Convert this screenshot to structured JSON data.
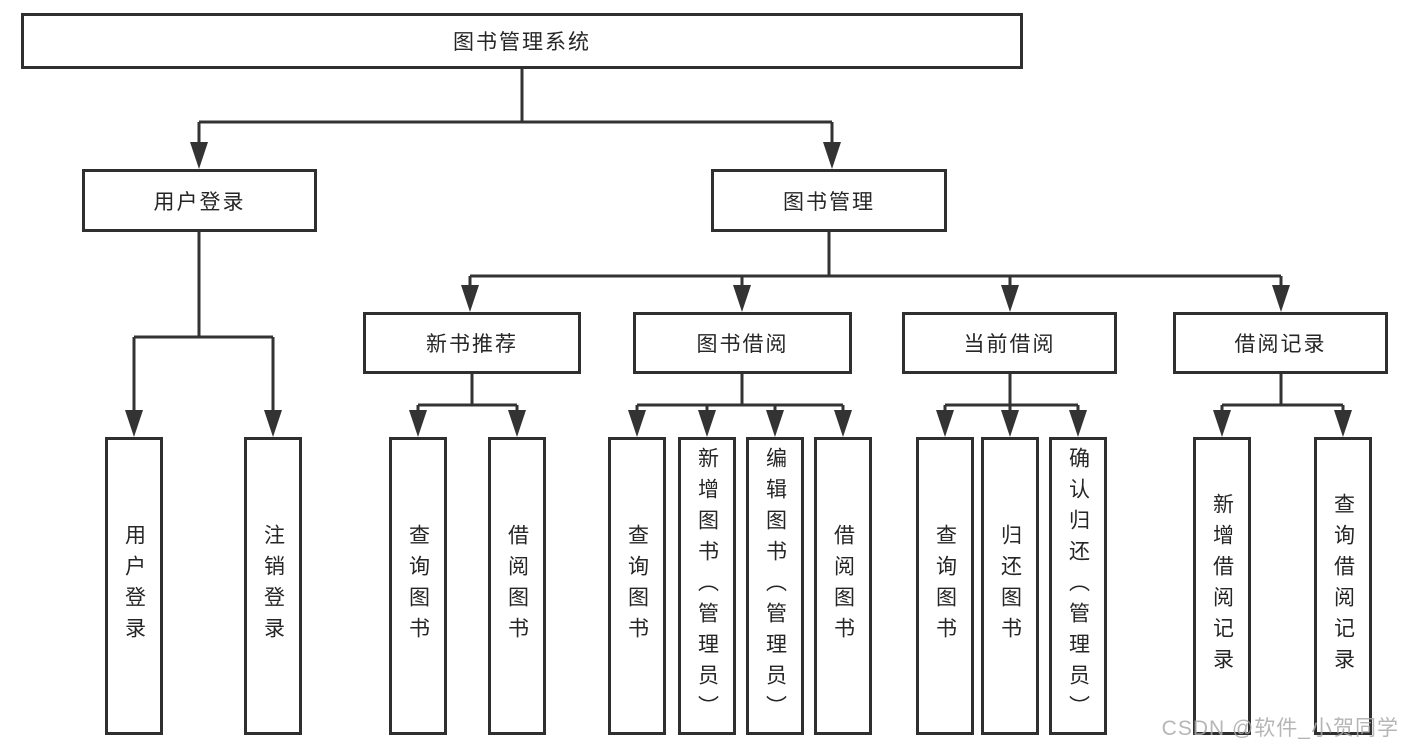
{
  "root": {
    "label": "图书管理系统"
  },
  "branches": [
    {
      "label": "用户登录",
      "children": [
        {
          "label": "用户登录"
        },
        {
          "label": "注销登录"
        }
      ]
    },
    {
      "label": "图书管理",
      "children": [
        {
          "label": "新书推荐",
          "children": [
            {
              "label": "查询图书"
            },
            {
              "label": "借阅图书"
            }
          ]
        },
        {
          "label": "图书借阅",
          "children": [
            {
              "label": "查询图书"
            },
            {
              "label": "新增图书（管理员）"
            },
            {
              "label": "编辑图书（管理员）"
            },
            {
              "label": "借阅图书"
            }
          ]
        },
        {
          "label": "当前借阅",
          "children": [
            {
              "label": "查询图书"
            },
            {
              "label": "归还图书"
            },
            {
              "label": "确认归还（管理员）"
            }
          ]
        },
        {
          "label": "借阅记录",
          "children": [
            {
              "label": "新增借阅记录"
            },
            {
              "label": "查询借阅记录"
            }
          ]
        }
      ]
    }
  ],
  "watermark": {
    "text": "CSDN @软件_小贺同学"
  },
  "colors": {
    "line": "#333333",
    "box_border": "#2f2f2f",
    "box_fill": "#ffffff",
    "text": "#262626",
    "watermark": "#aaaaaa",
    "background": "#ffffff"
  }
}
